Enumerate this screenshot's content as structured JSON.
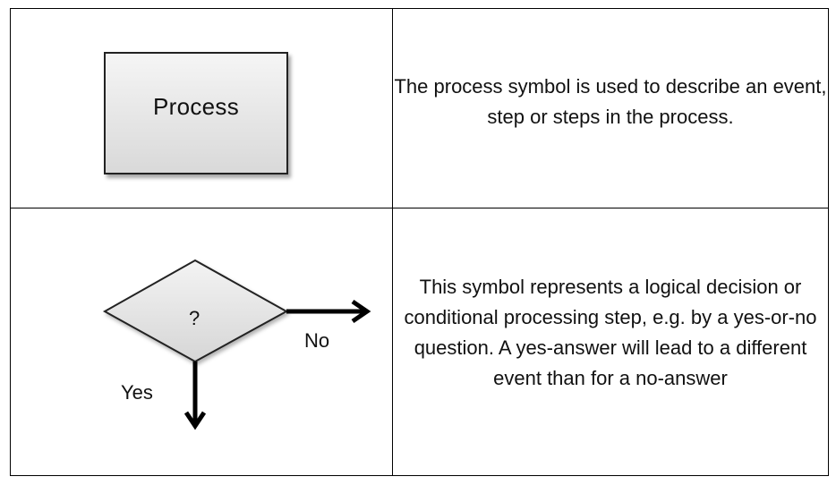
{
  "rows": [
    {
      "symbol": {
        "type": "process",
        "label": "Process"
      },
      "description": "The process symbol is used to describe an event, step or steps in the process."
    },
    {
      "symbol": {
        "type": "decision",
        "label": "?",
        "branch_no": "No",
        "branch_yes": "Yes"
      },
      "description": "This symbol represents a logical decision or conditional processing step, e.g. by a yes-or-no question. A yes-answer will lead to a different event than for a no-answer"
    }
  ],
  "colors": {
    "border": "#000000",
    "shape_fill_top": "#f5f5f5",
    "shape_fill_bottom": "#d9d9d9",
    "text": "#111111"
  }
}
